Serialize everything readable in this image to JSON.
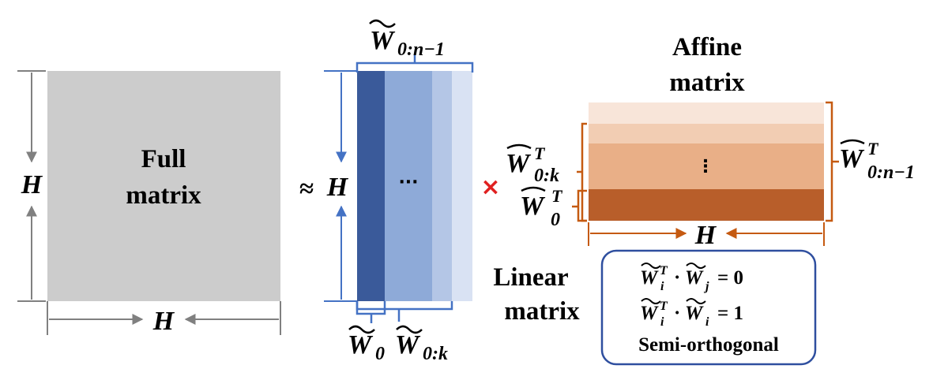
{
  "full_matrix": {
    "title_line1": "Full",
    "title_line2": "matrix",
    "height_label": "H",
    "width_label": "H",
    "color": "#cccccc"
  },
  "approx_symbol": "≈",
  "linear_matrix": {
    "height_label": "H",
    "top_label_base": "W",
    "top_label_sub": "0:n−1",
    "bottom_label_w0_base": "W",
    "bottom_label_w0_sub": "0",
    "bottom_label_w0k_base": "W",
    "bottom_label_w0k_sub": "0:k",
    "ellipsis": "···",
    "title_line1": "Linear",
    "title_line2": "matrix",
    "column_colors": [
      "#3a5a9a",
      "#8eaad8",
      "#b4c6e6",
      "#d9e2f3"
    ]
  },
  "times_symbol": "×",
  "affine_matrix": {
    "title_line1": "Affine",
    "title_line2": "matrix",
    "width_label": "H",
    "left_label_w0k_base": "W",
    "left_label_w0k_sup": "T",
    "left_label_w0k_sub": "0:k",
    "left_label_w0_base": "W",
    "left_label_w0_sup": "T",
    "left_label_w0_sub": "0",
    "right_label_base": "W",
    "right_label_sup": "T",
    "right_label_sub": "0:n−1",
    "ellipsis": "⋮",
    "row_colors": [
      "#f8e5d9",
      "#f2cdb3",
      "#e9af87",
      "#b85e2a"
    ]
  },
  "constraints_box": {
    "eq1_left": "W",
    "eq1_left_sup": "T",
    "eq1_left_sub": "i",
    "eq1_right": "W",
    "eq1_right_sub": "j",
    "eq1_value": "= 0",
    "eq2_left": "W",
    "eq2_left_sup": "T",
    "eq2_left_sub": "i",
    "eq2_right": "W",
    "eq2_right_sub": "i",
    "eq2_value": "= 1",
    "dot": "·",
    "caption": "Semi-orthogonal"
  },
  "colors": {
    "blue_line": "#4472c4",
    "orange_line": "#c55a11",
    "gray_line": "#808080",
    "cross": "#e02020",
    "box_border": "#2f4f9f"
  }
}
